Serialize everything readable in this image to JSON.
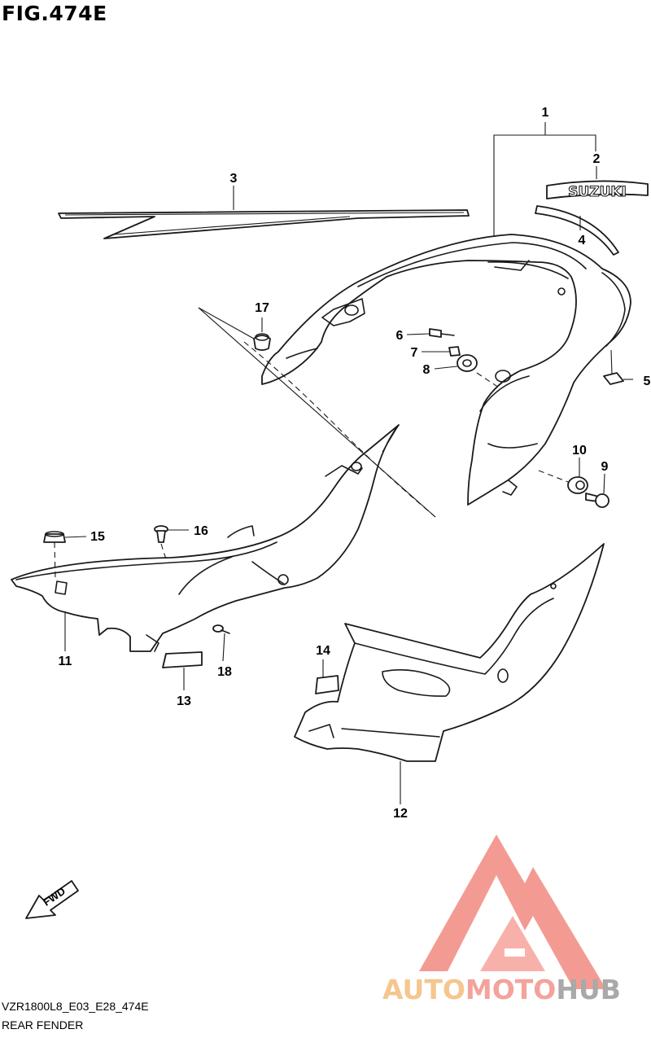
{
  "figure": {
    "title": "FIG.474E"
  },
  "footer": {
    "model_code": "VZR1800L8_E03_E28_474E",
    "section_name": "REAR FENDER"
  },
  "emblem": {
    "text": "SUZUKI"
  },
  "arrow": {
    "label": "FWD"
  },
  "callouts": [
    "1",
    "2",
    "3",
    "4",
    "5",
    "6",
    "7",
    "8",
    "9",
    "10",
    "11",
    "12",
    "13",
    "14",
    "15",
    "16",
    "17",
    "18"
  ],
  "watermark": {
    "auto": "AUTO",
    "moto": "MOTO",
    "hub": "HUB",
    "color_primary": "#f08a80",
    "color_secondary": "#f5c690"
  }
}
